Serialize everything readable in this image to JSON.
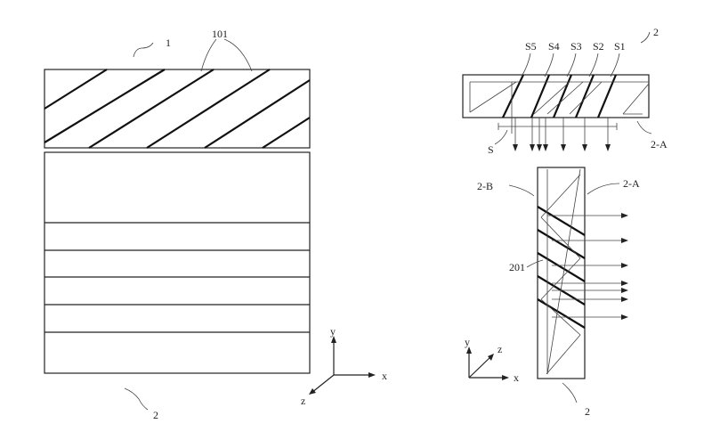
{
  "labels": {
    "fig1_ref": "1",
    "fig1_layer": "101",
    "fig1_plate": "2",
    "fig2_ref": "2",
    "s1": "S1",
    "s2": "S2",
    "s3": "S3",
    "s4": "S4",
    "s5": "S5",
    "s": "S",
    "face_a_top": "2-A",
    "face_b": "2-B",
    "face_a_side": "2-A",
    "element_201": "201",
    "fig3_ref": "2"
  },
  "axes_left": {
    "y": "y",
    "x": "x",
    "z": "z"
  },
  "axes_right": {
    "y": "y",
    "x": "x",
    "z": "z"
  }
}
